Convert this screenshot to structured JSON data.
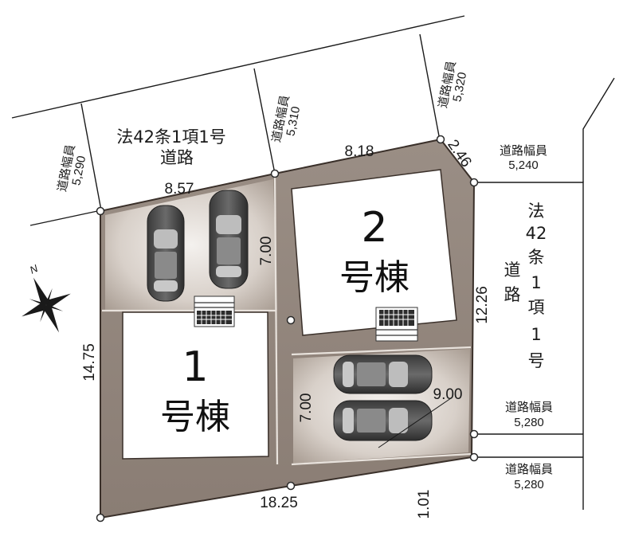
{
  "plan": {
    "north_label": "N",
    "road_top_name": [
      "法42条1項1号",
      "道路"
    ],
    "road_right_name": [
      "法",
      "42",
      "条",
      "1",
      "項",
      "1",
      "号"
    ],
    "road_right_name2": [
      "道",
      "路"
    ],
    "road_width_label": "道路幅員",
    "road_widths": {
      "left": "5,290",
      "middle": "5,310",
      "right_top": "5,320",
      "east_top": "5,240",
      "east_mid": "5,280",
      "east_bottom": "5,280"
    },
    "dimensions": {
      "top_left": "8.57",
      "top_right": "8.18",
      "corner": "2.46",
      "lot2_side": "7.00",
      "left_side": "14.75",
      "right_side": "12.26",
      "parking2_side": "7.00",
      "parking2_diag": "9.00",
      "bottom": "18.25",
      "bottom_right": "1.01"
    },
    "buildings": [
      {
        "number": "1",
        "suffix": "号棟"
      },
      {
        "number": "2",
        "suffix": "号棟"
      }
    ]
  }
}
